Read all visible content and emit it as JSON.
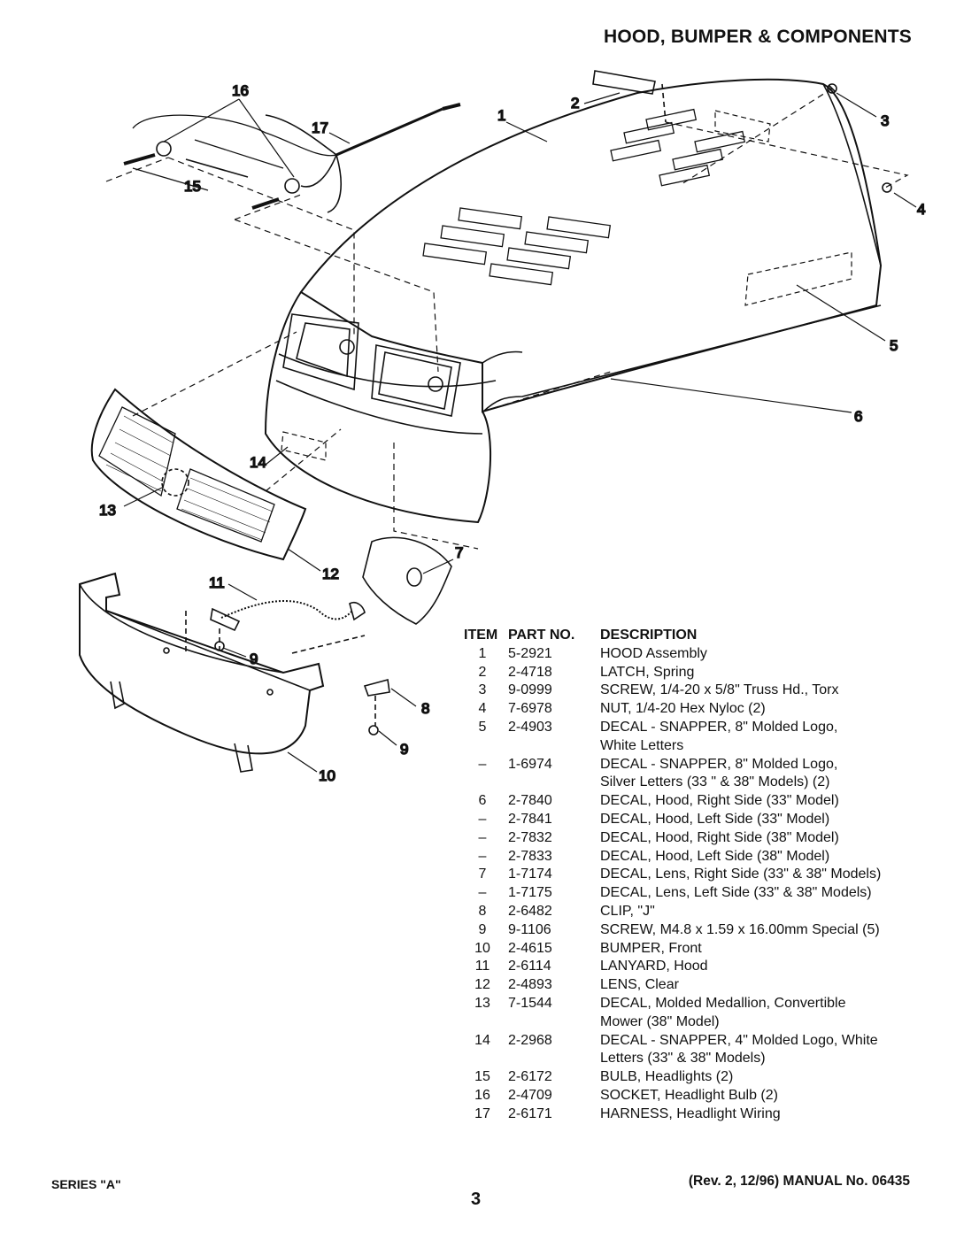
{
  "page_title": "HOOD, BUMPER & COMPONENTS",
  "callouts": {
    "c1": "1",
    "c2": "2",
    "c3": "3",
    "c4": "4",
    "c5": "5",
    "c6": "6",
    "c7": "7",
    "c8": "8",
    "c9a": "9",
    "c9b": "9",
    "c10": "10",
    "c11": "11",
    "c12": "12",
    "c13": "13",
    "c14": "14",
    "c15": "15",
    "c16": "16",
    "c17": "17"
  },
  "table": {
    "headers": {
      "item": "ITEM",
      "part": "PART NO.",
      "description": "DESCRIPTION"
    },
    "rows": [
      {
        "item": "1",
        "part": "5-2921",
        "desc": "HOOD  Assembly"
      },
      {
        "item": "2",
        "part": "2-4718",
        "desc": "LATCH, Spring"
      },
      {
        "item": "3",
        "part": "9-0999",
        "desc": "SCREW, 1/4-20 x 5/8\" Truss Hd., Torx"
      },
      {
        "item": "4",
        "part": "7-6978",
        "desc": "NUT, 1/4-20 Hex Nyloc (2)"
      },
      {
        "item": "5",
        "part": "2-4903",
        "desc": "DECAL - SNAPPER, 8\" Molded Logo,"
      },
      {
        "item": "",
        "part": "",
        "desc": "White Letters"
      },
      {
        "item": "–",
        "part": "1-6974",
        "desc": "DECAL - SNAPPER, 8\" Molded Logo,"
      },
      {
        "item": "",
        "part": "",
        "desc": "Silver Letters (33 \" & 38\" Models) (2)"
      },
      {
        "item": "6",
        "part": "2-7840",
        "desc": "DECAL, Hood, Right Side (33\" Model)"
      },
      {
        "item": "–",
        "part": "2-7841",
        "desc": "DECAL, Hood, Left Side (33\" Model)"
      },
      {
        "item": "–",
        "part": "2-7832",
        "desc": "DECAL, Hood, Right Side (38\" Model)"
      },
      {
        "item": "–",
        "part": "2-7833",
        "desc": "DECAL, Hood, Left Side (38\" Model)"
      },
      {
        "item": "7",
        "part": "1-7174",
        "desc": "DECAL, Lens, Right Side (33\" & 38\" Models)"
      },
      {
        "item": "–",
        "part": "1-7175",
        "desc": "DECAL, Lens, Left Side (33\" & 38\" Models)"
      },
      {
        "item": "8",
        "part": "2-6482",
        "desc": "CLIP, \"J\""
      },
      {
        "item": "9",
        "part": "9-1106",
        "desc": "SCREW, M4.8 x 1.59 x 16.00mm Special (5)"
      },
      {
        "item": "10",
        "part": "2-4615",
        "desc": "BUMPER, Front"
      },
      {
        "item": "11",
        "part": "2-6114",
        "desc": "LANYARD, Hood"
      },
      {
        "item": "12",
        "part": "2-4893",
        "desc": "LENS, Clear"
      },
      {
        "item": "13",
        "part": "7-1544",
        "desc": "DECAL, Molded Medallion, Convertible"
      },
      {
        "item": "",
        "part": "",
        "desc": "Mower (38\" Model)"
      },
      {
        "item": "14",
        "part": "2-2968",
        "desc": "DECAL - SNAPPER, 4\" Molded Logo, White"
      },
      {
        "item": "",
        "part": "",
        "desc": "Letters (33\" & 38\" Models)"
      },
      {
        "item": "15",
        "part": "2-6172",
        "desc": "BULB, Headlights (2)"
      },
      {
        "item": "16",
        "part": "2-4709",
        "desc": "SOCKET, Headlight Bulb (2)"
      },
      {
        "item": "17",
        "part": "2-6171",
        "desc": "HARNESS, Headlight Wiring"
      }
    ]
  },
  "footer": {
    "series": "SERIES \"A\"",
    "page_number": "3",
    "manual": "(Rev. 2, 12/96) MANUAL No. 06435"
  }
}
